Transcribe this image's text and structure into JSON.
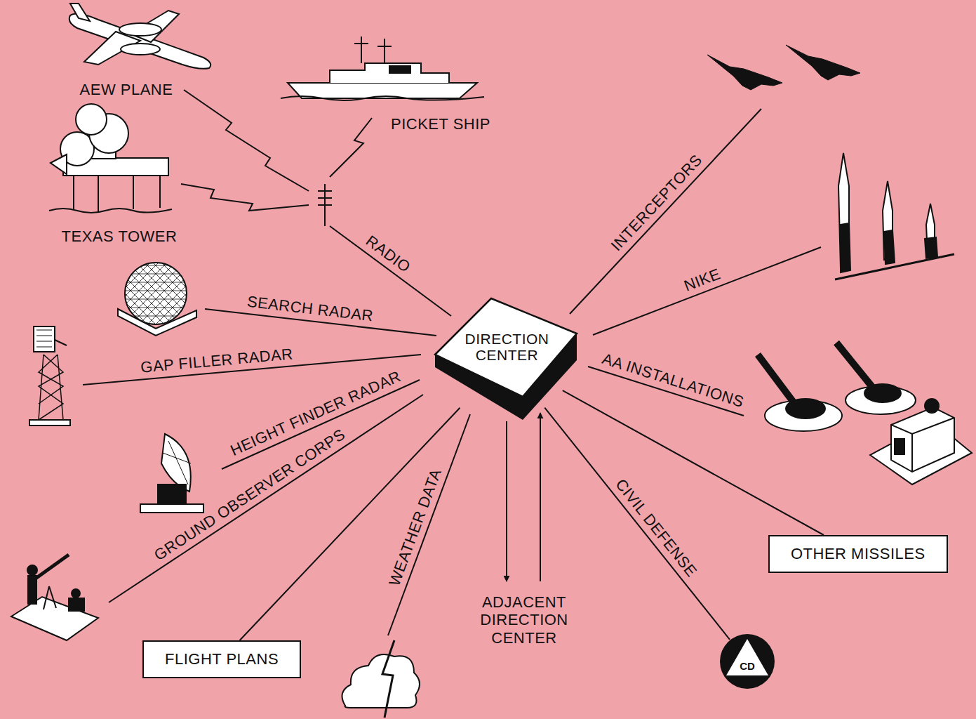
{
  "diagram": {
    "nodes": [
      {
        "text": [
          "DIRECTION CENTER"
        ]
      },
      {
        "text": [
          "OTHER MISSILES"
        ]
      },
      {
        "text": [
          "FLIGHT PLANS"
        ]
      },
      {
        "text": [
          "CD"
        ]
      }
    ],
    "edges": [
      {
        "from": 0,
        "to": 1,
        "arrow": "none"
      },
      {
        "from": 0,
        "to": 2,
        "arrow": "none"
      },
      {
        "from": 0,
        "to": 3,
        "label": "CIVIL DEFENSE",
        "arrow": "none"
      }
    ],
    "labels": [
      "AEW PLANE",
      "PICKET SHIP",
      "TEXAS TOWER",
      "RADIO",
      "SEARCH RADAR",
      "GAP FILLER RADAR",
      "HEIGHT FINDER RADAR",
      "GROUND OBSERVER CORPS",
      "WEATHER DATA",
      "ADJACENT DIRECTION CENTER",
      "INTERCEPTORS",
      "NIKE",
      "AA INSTALLATIONS"
    ]
  }
}
